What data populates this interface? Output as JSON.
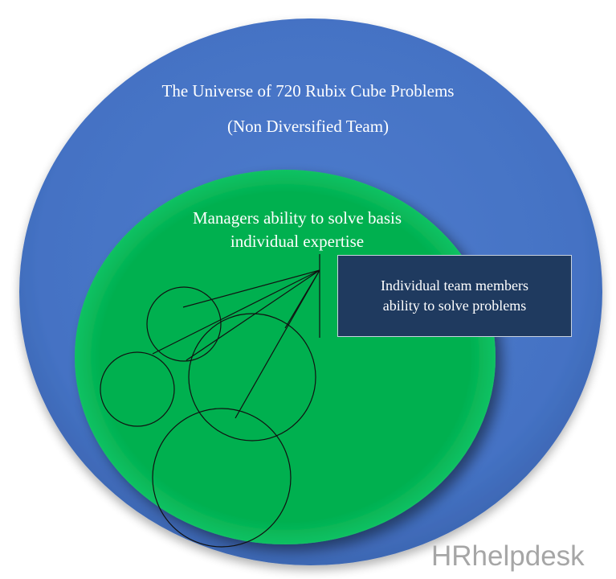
{
  "diagram": {
    "universe": {
      "title": "The Universe of 720 Rubix Cube Problems",
      "subtitle": "(Non Diversified Team)",
      "color": "#4472c4"
    },
    "manager_region": {
      "line1": "Managers ability to solve basis",
      "line2": "individual expertise",
      "color": "#00b050"
    },
    "team_members_box": {
      "line1": "Individual  team members",
      "line2": "ability to solve problems",
      "color": "#1f3a5f"
    }
  },
  "watermark": {
    "text": "HRhelpdesk"
  }
}
